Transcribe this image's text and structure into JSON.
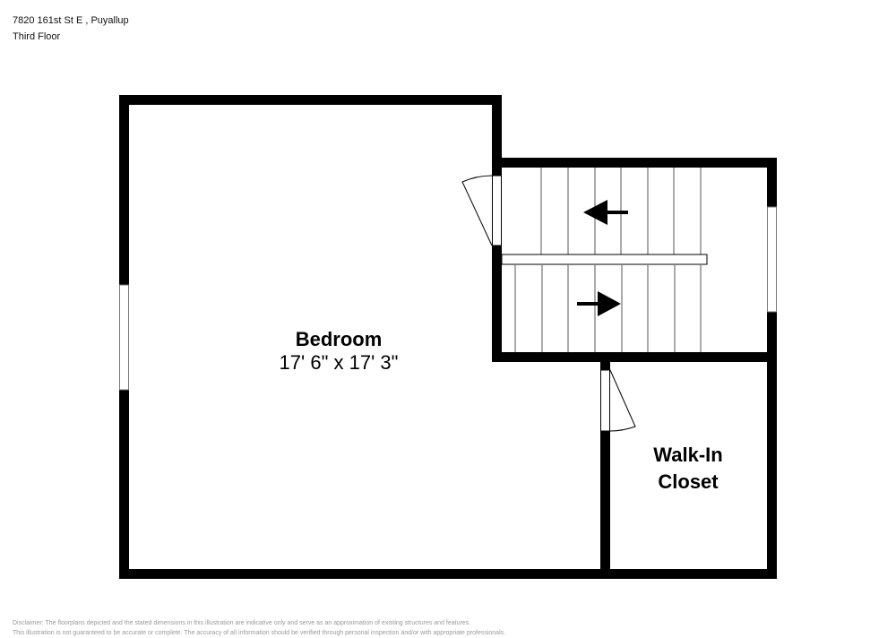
{
  "header": {
    "address": "7820 161st St E , Puyallup",
    "floor": "Third Floor"
  },
  "rooms": [
    {
      "name": "Bedroom",
      "dimensions": "17' 6\" x 17' 3\""
    },
    {
      "name_line1": "Walk-In",
      "name_line2": "Closet"
    }
  ],
  "stairs": {
    "upper_flight_arrow": "left",
    "lower_flight_arrow": "right"
  },
  "colors": {
    "wall": "#000000",
    "background": "#ffffff",
    "disclaimer_text": "#9a9a9a"
  },
  "disclaimer": {
    "line1": "Disclaimer: The floorplans depicted and the stated dimensions in this illustration are indicative only and serve as an approximation of existing structures and features.",
    "line2": "This illustration is not guaranteed to be accurate or complete. The accuracy of all information should be verified through personal inspection and/or with appropriate professionals."
  }
}
